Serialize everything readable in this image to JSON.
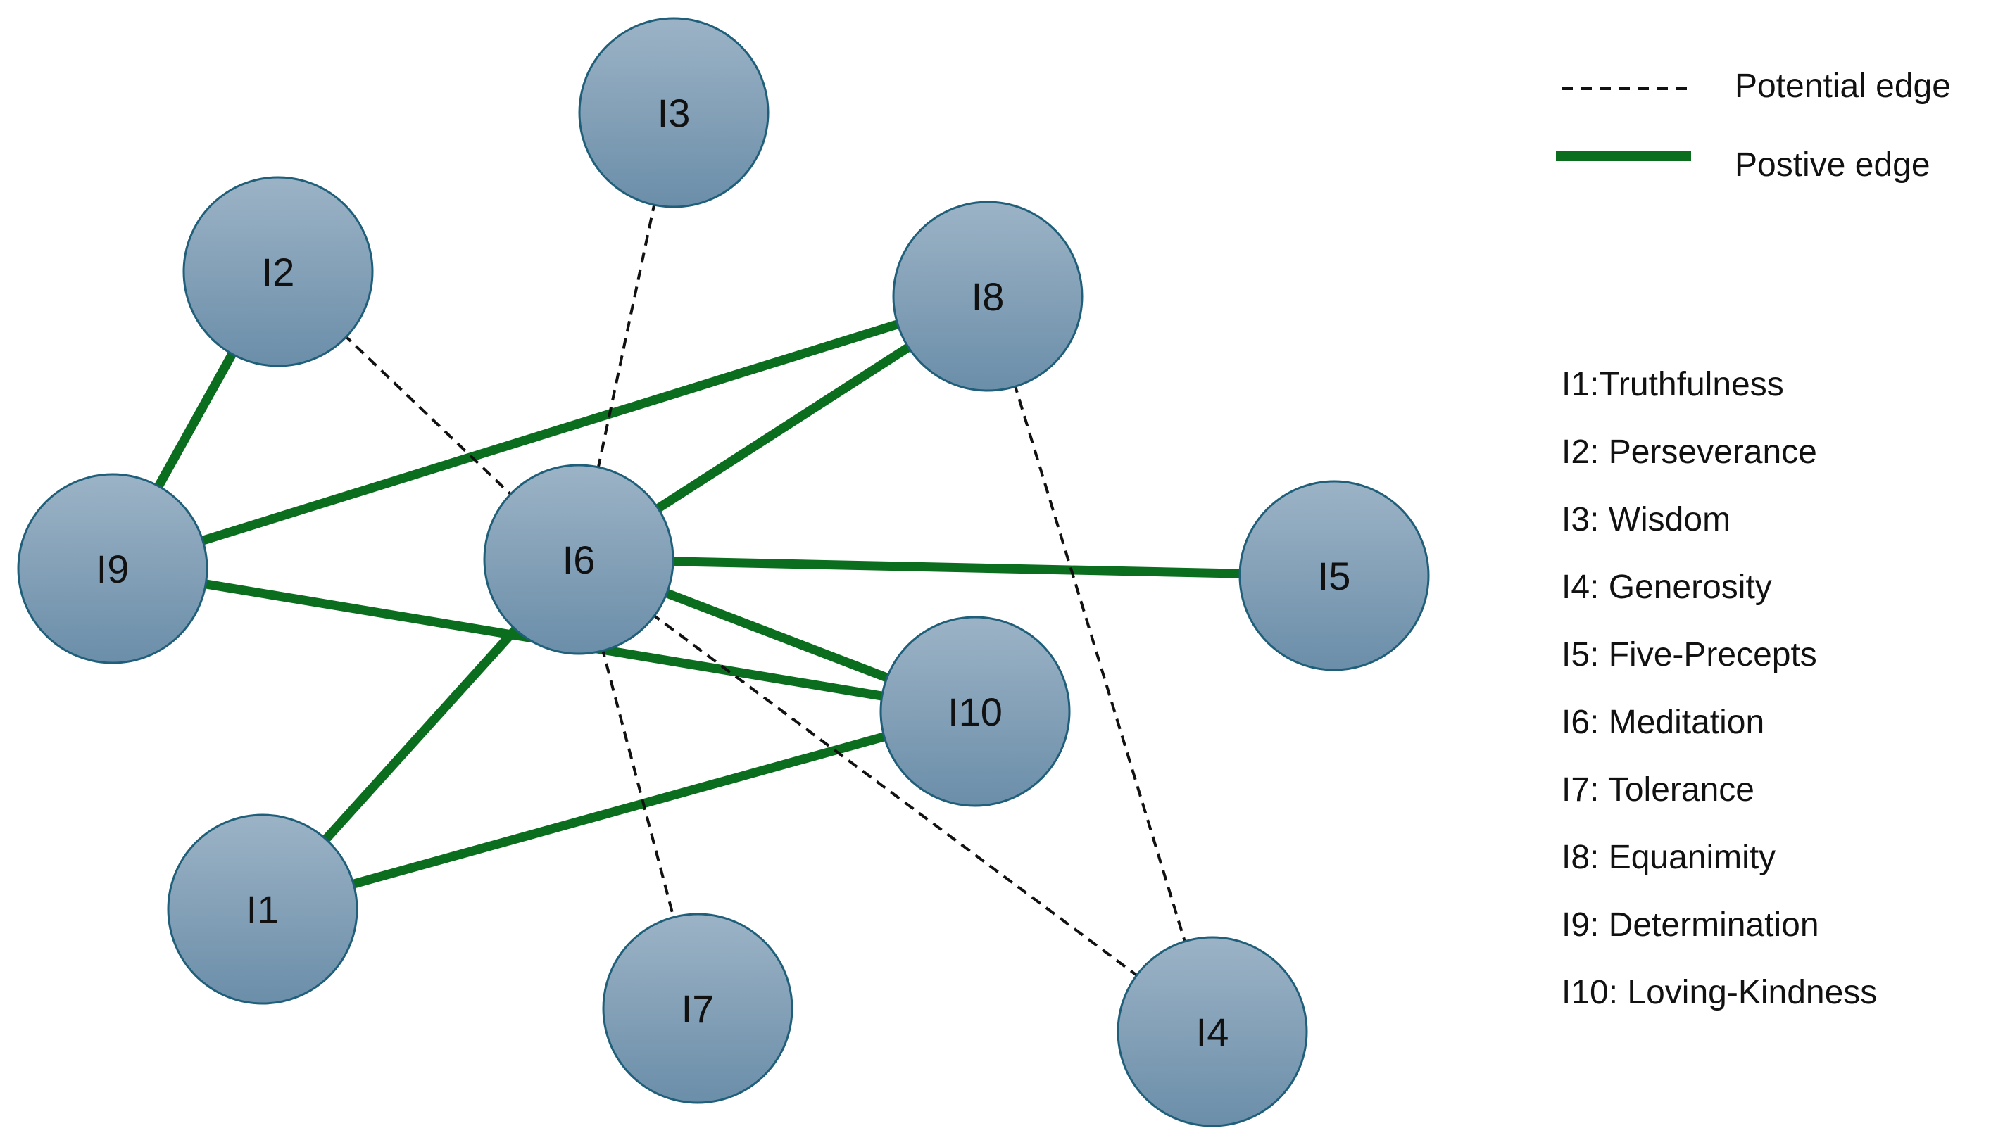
{
  "nodes": [
    {
      "id": "I1",
      "label": "I1"
    },
    {
      "id": "I2",
      "label": "I2"
    },
    {
      "id": "I3",
      "label": "I3"
    },
    {
      "id": "I4",
      "label": "I4"
    },
    {
      "id": "I5",
      "label": "I5"
    },
    {
      "id": "I6",
      "label": "I6"
    },
    {
      "id": "I7",
      "label": "I7"
    },
    {
      "id": "I8",
      "label": "I8"
    },
    {
      "id": "I9",
      "label": "I9"
    },
    {
      "id": "I10",
      "label": "I10"
    }
  ],
  "edges": [
    {
      "from": "I2",
      "to": "I9",
      "type": "positive"
    },
    {
      "from": "I9",
      "to": "I8",
      "type": "positive"
    },
    {
      "from": "I9",
      "to": "I10",
      "type": "positive"
    },
    {
      "from": "I6",
      "to": "I8",
      "type": "positive"
    },
    {
      "from": "I6",
      "to": "I5",
      "type": "positive"
    },
    {
      "from": "I6",
      "to": "I10",
      "type": "positive"
    },
    {
      "from": "I6",
      "to": "I1",
      "type": "positive"
    },
    {
      "from": "I1",
      "to": "I10",
      "type": "positive"
    },
    {
      "from": "I2",
      "to": "I6",
      "type": "potential"
    },
    {
      "from": "I3",
      "to": "I6",
      "type": "potential"
    },
    {
      "from": "I6",
      "to": "I7",
      "type": "potential"
    },
    {
      "from": "I6",
      "to": "I4",
      "type": "potential"
    },
    {
      "from": "I8",
      "to": "I4",
      "type": "potential"
    }
  ],
  "legend": {
    "potential_label": "Potential edge",
    "positive_label": "Postive edge"
  },
  "key": [
    "I1:Truthfulness",
    "I2: Perseverance",
    "I3: Wisdom",
    "I4: Generosity",
    "I5: Five-Precepts",
    "I6: Meditation",
    "I7: Tolerance",
    "I8: Equanimity",
    "I9: Determination",
    "I10: Loving-Kindness"
  ],
  "colors": {
    "positive_edge": "#0b6e1e",
    "potential_edge": "#111111",
    "node_fill_top": "#9cb3c6",
    "node_fill_bottom": "#6b8ea9",
    "node_stroke": "#1f5f7a"
  }
}
